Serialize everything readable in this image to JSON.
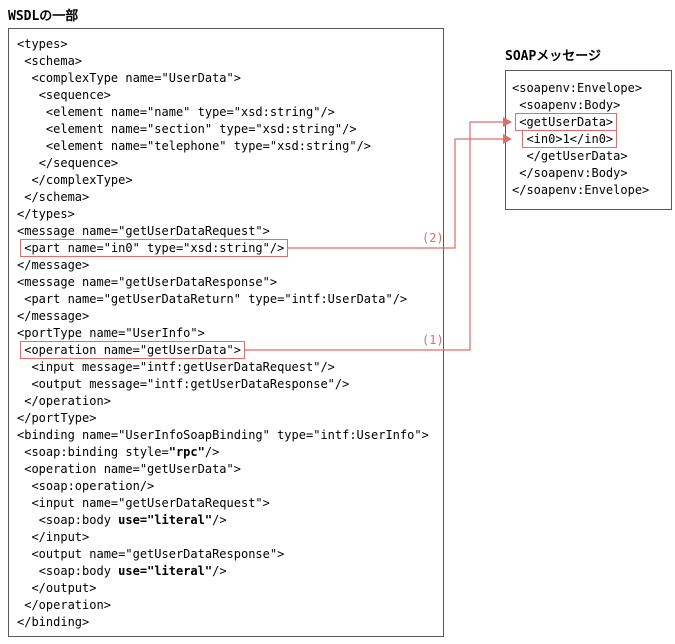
{
  "title": "WSDLの一部",
  "annotations": {
    "label1": "(1)",
    "label2": "(2)"
  },
  "colors": {
    "highlight": "#e06c6c",
    "text": "#000000",
    "box_border": "#595959",
    "background": "#ffffff"
  },
  "wsdl": {
    "lines": [
      {
        "i": "",
        "s": [
          {
            "t": "<types>"
          }
        ]
      },
      {
        "i": " ",
        "s": [
          {
            "t": "<schema>"
          }
        ]
      },
      {
        "i": "  ",
        "s": [
          {
            "t": "<complexType name=\"UserData\">"
          }
        ]
      },
      {
        "i": "   ",
        "s": [
          {
            "t": "<sequence>"
          }
        ]
      },
      {
        "i": "    ",
        "s": [
          {
            "t": "<element name=\"name\" type=\"xsd:string\"/>"
          }
        ]
      },
      {
        "i": "    ",
        "s": [
          {
            "t": "<element name=\"section\" type=\"xsd:string\"/>"
          }
        ]
      },
      {
        "i": "    ",
        "s": [
          {
            "t": "<element name=\"telephone\" type=\"xsd:string\"/>"
          }
        ]
      },
      {
        "i": "   ",
        "s": [
          {
            "t": "</sequence>"
          }
        ]
      },
      {
        "i": "  ",
        "s": [
          {
            "t": "</complexType>"
          }
        ]
      },
      {
        "i": " ",
        "s": [
          {
            "t": "</schema>"
          }
        ]
      },
      {
        "i": "",
        "s": [
          {
            "t": "</types>"
          }
        ]
      },
      {
        "i": "",
        "s": [
          {
            "t": "<message name=\"getUserDataRequest\">"
          }
        ]
      },
      {
        "i": " ",
        "h": true,
        "s": [
          {
            "t": "<part name=\"in0\" type=\"xsd:string\"/>"
          }
        ]
      },
      {
        "i": "",
        "s": [
          {
            "t": "</message>"
          }
        ]
      },
      {
        "i": "",
        "s": [
          {
            "t": "<message name=\"getUserDataResponse\">"
          }
        ]
      },
      {
        "i": " ",
        "s": [
          {
            "t": "<part name=\"getUserDataReturn\" type=\"intf:UserData\"/>"
          }
        ]
      },
      {
        "i": "",
        "s": [
          {
            "t": "</message>"
          }
        ]
      },
      {
        "i": "",
        "s": [
          {
            "t": "<portType name=\"UserInfo\">"
          }
        ]
      },
      {
        "i": " ",
        "h": true,
        "s": [
          {
            "t": "<operation name=\"getUserData\">"
          }
        ]
      },
      {
        "i": "  ",
        "s": [
          {
            "t": "<input message=\"intf:getUserDataRequest\"/>"
          }
        ]
      },
      {
        "i": "  ",
        "s": [
          {
            "t": "<output message=\"intf:getUserDataResponse\"/>"
          }
        ]
      },
      {
        "i": " ",
        "s": [
          {
            "t": "</operation>"
          }
        ]
      },
      {
        "i": "",
        "s": [
          {
            "t": "</portType>"
          }
        ]
      },
      {
        "i": "",
        "s": [
          {
            "t": "<binding name=\"UserInfoSoapBinding\" type=\"intf:UserInfo\">"
          }
        ]
      },
      {
        "i": " ",
        "s": [
          {
            "t": "<soap:binding style="
          },
          {
            "t": "\"rpc\"",
            "b": true
          },
          {
            "t": "/>"
          }
        ]
      },
      {
        "i": " ",
        "s": [
          {
            "t": "<operation name=\"getUserData\">"
          }
        ]
      },
      {
        "i": "  ",
        "s": [
          {
            "t": "<soap:operation/>"
          }
        ]
      },
      {
        "i": "  ",
        "s": [
          {
            "t": "<input name=\"getUserDataRequest\">"
          }
        ]
      },
      {
        "i": "   ",
        "s": [
          {
            "t": "<soap:body "
          },
          {
            "t": "use=\"literal\"",
            "b": true
          },
          {
            "t": "/>"
          }
        ]
      },
      {
        "i": "  ",
        "s": [
          {
            "t": "</input>"
          }
        ]
      },
      {
        "i": "  ",
        "s": [
          {
            "t": "<output name=\"getUserDataResponse\">"
          }
        ]
      },
      {
        "i": "   ",
        "s": [
          {
            "t": "<soap:body "
          },
          {
            "t": "use=\"literal\"",
            "b": true
          },
          {
            "t": "/>"
          }
        ]
      },
      {
        "i": "  ",
        "s": [
          {
            "t": "</output>"
          }
        ]
      },
      {
        "i": " ",
        "s": [
          {
            "t": "</operation>"
          }
        ]
      },
      {
        "i": "",
        "s": [
          {
            "t": "</binding>"
          }
        ]
      }
    ]
  },
  "soap": {
    "label": "SOAPメッセージ",
    "lines": [
      {
        "i": "",
        "s": [
          {
            "t": "<soapenv:Envelope>"
          }
        ]
      },
      {
        "i": " ",
        "s": [
          {
            "t": "<soapenv:Body>"
          }
        ]
      },
      {
        "i": " ",
        "h": true,
        "s": [
          {
            "t": "<getUserData>"
          }
        ]
      },
      {
        "i": "  ",
        "h": true,
        "s": [
          {
            "t": "<in0>1</in0>"
          }
        ]
      },
      {
        "i": "  ",
        "s": [
          {
            "t": "</getUserData>"
          }
        ]
      },
      {
        "i": " ",
        "s": [
          {
            "t": "</soapenv:Body>"
          }
        ]
      },
      {
        "i": "",
        "s": [
          {
            "t": "</soapenv:Envelope>"
          }
        ]
      }
    ]
  }
}
